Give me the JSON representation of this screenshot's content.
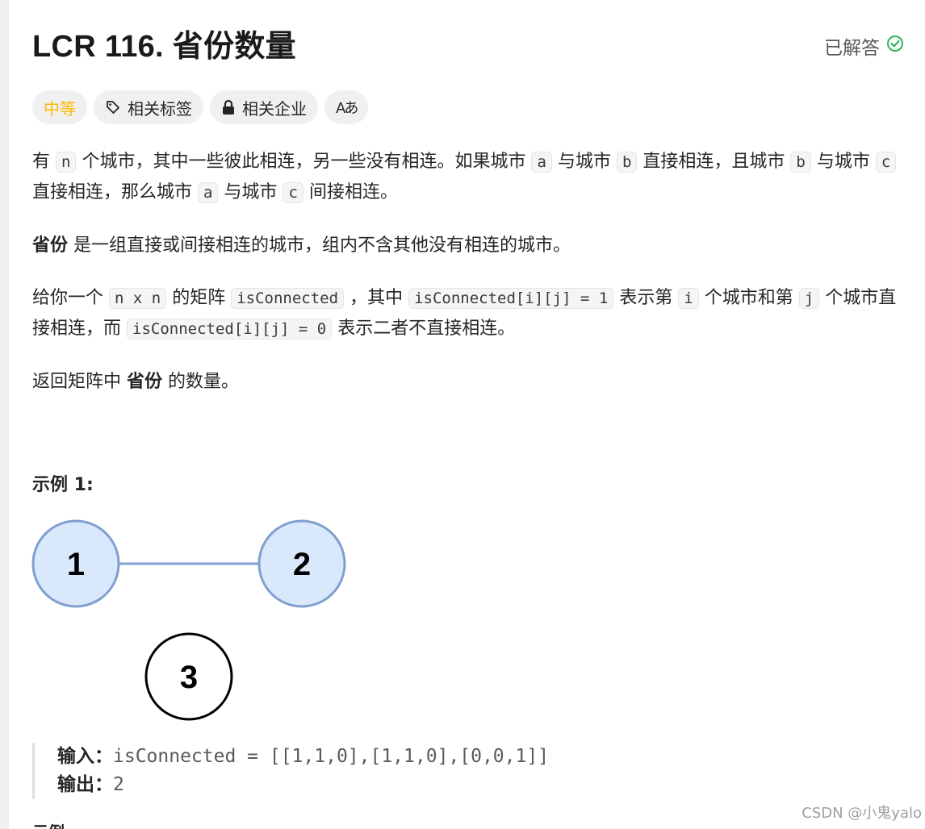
{
  "title": "LCR 116. 省份数量",
  "status": "已解答",
  "tags": {
    "difficulty": "中等",
    "related_tags": "相关标签",
    "related_companies": "相关企业",
    "translate": "Aあ"
  },
  "description": {
    "p1": {
      "a": "有",
      "code_n": "n",
      "b": "个城市，其中一些彼此相连，另一些没有相连。如果城市",
      "code_a": "a",
      "c": "与城市",
      "code_b": "b",
      "d": "直接相连，且城市",
      "code_b2": "b",
      "e": "与城市",
      "code_c": "c",
      "f": "直接相连，那么城市",
      "code_a2": "a",
      "g": "与城市",
      "code_c2": "c",
      "h": "间接相连。"
    },
    "p2": {
      "bold": "省份",
      "rest": "是一组直接或间接相连的城市，组内不含其他没有相连的城市。"
    },
    "p3": {
      "a": "给你一个",
      "code_nxn": "n x n",
      "b": "的矩阵",
      "code_isConnected": "isConnected",
      "c": "，其中",
      "code_eq1": "isConnected[i][j] = 1",
      "d": "表示第",
      "code_i": "i",
      "e": "个城市和第",
      "code_j": "j",
      "f": "个城市直接相连，而",
      "code_eq0": "isConnected[i][j] = 0",
      "g": "表示二者不直接相连。"
    },
    "p4": {
      "a": "返回矩阵中",
      "bold": "省份",
      "b": "的数量。"
    }
  },
  "example1": {
    "title": "示例 1:",
    "graph_nodes": [
      "1",
      "2",
      "3"
    ],
    "input_label": "输入：",
    "input_value": "isConnected = [[1,1,0],[1,1,0],[0,0,1]]",
    "output_label": "输出：",
    "output_value": "2"
  },
  "next_example_partial": "示例",
  "watermark": "CSDN @小鬼yalo",
  "colors": {
    "difficulty_medium": "#ffb800",
    "solved_check": "#2db55d",
    "node_fill_connected": "#dae8fc",
    "node_stroke_connected": "#7f9fcf"
  },
  "icons": [
    "check-circle-icon",
    "tag-icon",
    "lock-icon",
    "translate-icon"
  ]
}
